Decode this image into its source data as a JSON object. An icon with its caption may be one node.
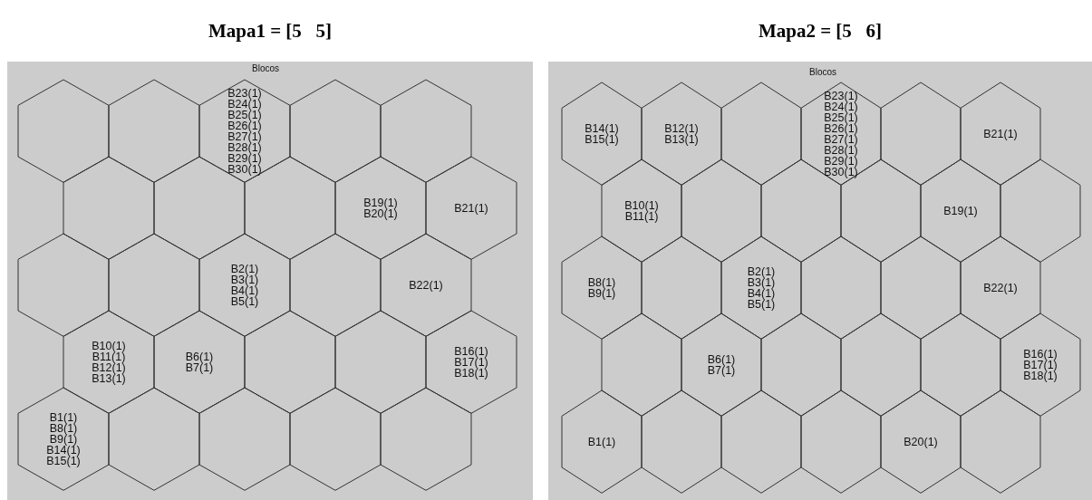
{
  "diagram": {
    "nodes": [
      {
        "text": [
          "Blocos"
        ],
        "beside": [
          "Mapa1 = [5   5]"
        ]
      },
      {
        "text": [],
        "shape": "hexagon",
        "in": 0
      },
      {
        "text": [],
        "shape": "hexagon",
        "in": 0
      },
      {
        "text": [
          "B23(1) B24(1) B25(1) B26(1) B27(1) B28(1) B29(1) B30(1)"
        ],
        "in": 0
      },
      {
        "text": [],
        "shape": "hexagon",
        "in": 0
      },
      {
        "text": [],
        "shape": "hexagon",
        "in": 0
      },
      {
        "text": [],
        "shape": "hexagon",
        "in": 0
      },
      {
        "text": [],
        "shape": "hexagon",
        "in": 0
      },
      {
        "text": [],
        "shape": "hexagon",
        "in": 0
      },
      {
        "text": [
          "B19(1) B20(1)"
        ],
        "in": 0
      },
      {
        "text": [
          "B21(1)"
        ],
        "in": 0
      },
      {
        "text": [],
        "shape": "hexagon",
        "in": 0
      },
      {
        "text": [],
        "shape": "hexagon",
        "in": 0
      },
      {
        "text": [
          "B2(1) B3(1) B4(1) B5(1)"
        ],
        "in": 0
      },
      {
        "text": [],
        "shape": "hexagon",
        "in": 0
      },
      {
        "text": [
          "B22(1)"
        ],
        "in": 0
      },
      {
        "text": [
          "B10(1) B11(1) B12(1) B13(1)"
        ],
        "in": 0
      },
      {
        "text": [
          "B6(1) B7(1)"
        ],
        "in": 0
      },
      {
        "text": [],
        "shape": "hexagon",
        "in": 0
      },
      {
        "text": [],
        "shape": "hexagon",
        "in": 0
      },
      {
        "text": [
          "B16(1) B17(1) B18(1)"
        ],
        "in": 0
      },
      {
        "text": [
          "B1(1) B8(1) B9(1) B14(1) B15(1)"
        ],
        "in": 0
      },
      {
        "text": [],
        "shape": "hexagon",
        "in": 0
      },
      {
        "text": [],
        "shape": "hexagon",
        "in": 0
      },
      {
        "text": [],
        "shape": "hexagon",
        "in": 0
      },
      {
        "text": [],
        "shape": "hexagon",
        "in": 0
      },
      {
        "text": [
          "Blocos"
        ],
        "beside": [
          "Mapa2 = [5   6]"
        ]
      },
      {
        "text": [
          "B14(1) B15(1)"
        ],
        "in": 26
      },
      {
        "text": [
          "B12(1) B13(1)"
        ],
        "in": 26
      },
      {
        "text": [],
        "shape": "hexagon",
        "in": 26
      },
      {
        "text": [
          "B23(1) B24(1) B25(1) B26(1) B27(1) B28(1) B29(1) B30(1)"
        ],
        "in": 26
      },
      {
        "text": [],
        "shape": "hexagon",
        "in": 26
      },
      {
        "text": [
          "B21(1)"
        ],
        "in": 26
      },
      {
        "text": [
          "B10(1) B11(1)"
        ],
        "in": 26
      },
      {
        "text": [],
        "shape": "hexagon",
        "in": 26
      },
      {
        "text": [],
        "shape": "hexagon",
        "in": 26
      },
      {
        "text": [],
        "shape": "hexagon",
        "in": 26
      },
      {
        "text": [
          "B19(1)"
        ],
        "in": 26
      },
      {
        "text": [],
        "shape": "hexagon",
        "in": 26
      },
      {
        "text": [
          "B8(1) B9(1)"
        ],
        "in": 26
      },
      {
        "text": [],
        "shape": "hexagon",
        "in": 26
      },
      {
        "text": [
          "B2(1) B3(1) B4(1) B5(1)"
        ],
        "in": 26
      },
      {
        "text": [],
        "shape": "hexagon",
        "in": 26
      },
      {
        "text": [],
        "shape": "hexagon",
        "in": 26
      },
      {
        "text": [
          "B22(1)"
        ],
        "in": 26
      },
      {
        "text": [],
        "shape": "hexagon",
        "in": 26
      },
      {
        "text": [
          "B6(1) B7(1)"
        ],
        "in": 26
      },
      {
        "text": [],
        "shape": "hexagon",
        "in": 26
      },
      {
        "text": [],
        "shape": "hexagon",
        "in": 26
      },
      {
        "text": [],
        "shape": "hexagon",
        "in": 26
      },
      {
        "text": [
          "B16(1) B17(1) B18(1)"
        ],
        "in": 26
      },
      {
        "text": [
          "B1(1)"
        ],
        "in": 26
      },
      {
        "text": [],
        "shape": "hexagon",
        "in": 26
      },
      {
        "text": [],
        "shape": "hexagon",
        "in": 26
      },
      {
        "text": [],
        "shape": "hexagon",
        "in": 26
      },
      {
        "text": [
          "B20(1)"
        ],
        "in": 26
      },
      {
        "text": [],
        "shape": "hexagon",
        "in": 26
      }
    ]
  }
}
